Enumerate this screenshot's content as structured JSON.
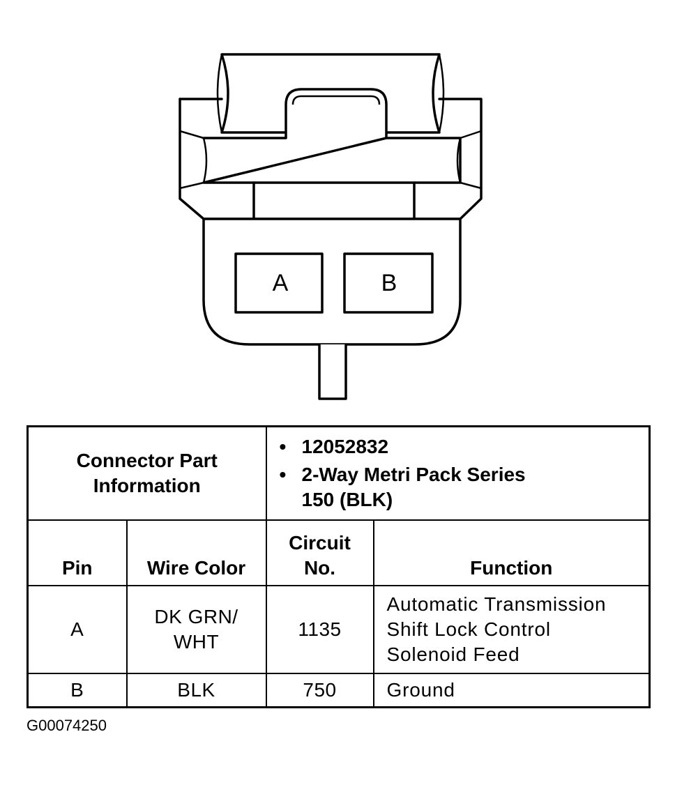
{
  "connector": {
    "cavities": [
      "A",
      "B"
    ]
  },
  "table": {
    "part_info_label_line1": "Connector Part",
    "part_info_label_line2": "Information",
    "part_info_items": [
      {
        "line1": "12052832",
        "line2": ""
      },
      {
        "line1": "2-Way Metri Pack Series",
        "line2": "150 (BLK)"
      }
    ],
    "headers": {
      "pin": "Pin",
      "wire_color": "Wire Color",
      "circuit_line1": "Circuit",
      "circuit_line2": "No.",
      "function": "Function"
    },
    "rows": [
      {
        "pin": "A",
        "wire_color_line1": "DK GRN/",
        "wire_color_line2": "WHT",
        "circuit": "1135",
        "function_line1": "Automatic Transmission",
        "function_line2": "Shift Lock Control",
        "function_line3": "Solenoid Feed"
      },
      {
        "pin": "B",
        "wire_color_line1": "BLK",
        "wire_color_line2": "",
        "circuit": "750",
        "function_line1": "Ground",
        "function_line2": "",
        "function_line3": ""
      }
    ]
  },
  "figure_id": "G00074250"
}
